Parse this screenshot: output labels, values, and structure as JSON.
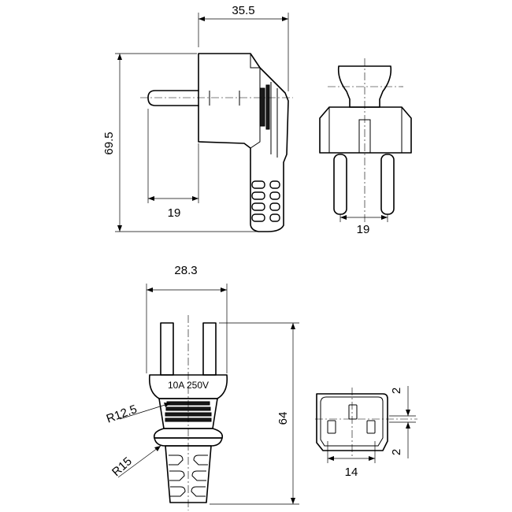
{
  "dimensions": {
    "top_width": "35.5",
    "top_height": "69.5",
    "top_pin_length": "19",
    "front_pin_spacing": "19",
    "bottom_width": "28.3",
    "bottom_height": "64",
    "radius_upper": "R12.5",
    "radius_lower": "R15",
    "socket_width": "14",
    "socket_offset_top": "2",
    "socket_offset_bottom": "2"
  },
  "rating_label": "10A 250V"
}
